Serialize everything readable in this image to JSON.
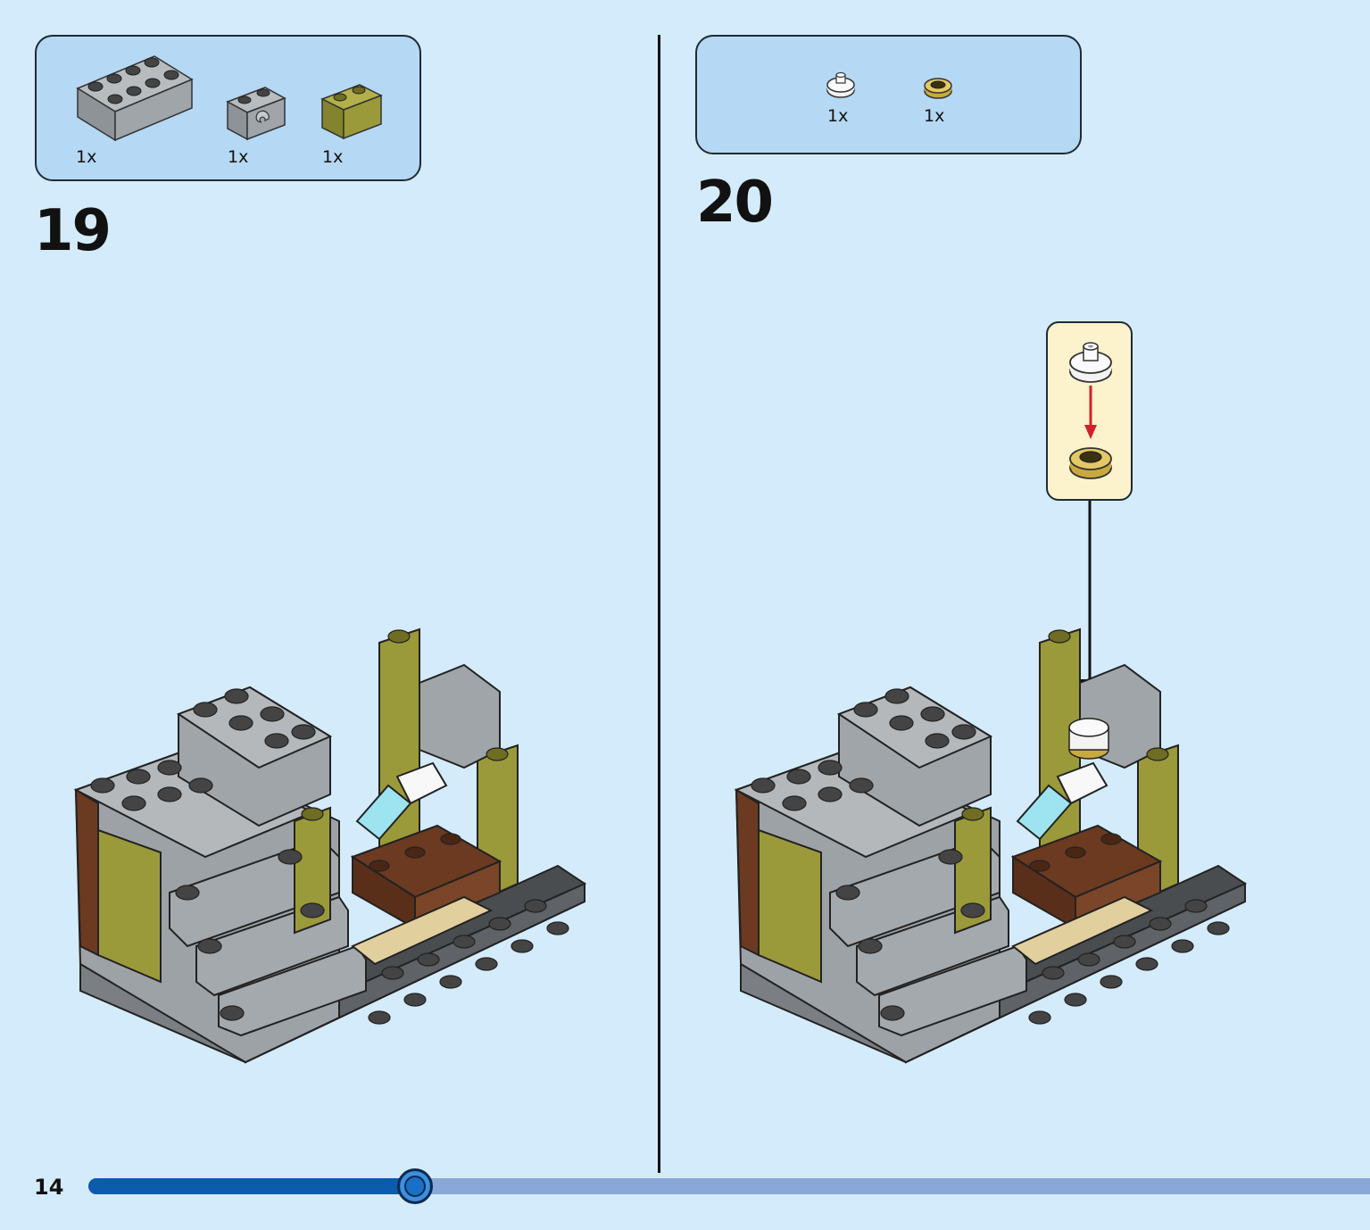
{
  "steps": [
    {
      "number": "19",
      "parts": [
        {
          "name": "brick 2x4 medium stone grey",
          "qty": "1x",
          "icon": "brick-2x4-grey-icon",
          "color": "#a0a5a9"
        },
        {
          "name": "brick 1x2 with clip grey",
          "qty": "1x",
          "icon": "brick-clip-grey-icon",
          "color": "#a0a5a9"
        },
        {
          "name": "brick 1x2 olive green",
          "qty": "1x",
          "icon": "brick-1x2-olive-icon",
          "color": "#9b9a3a"
        }
      ]
    },
    {
      "number": "20",
      "parts": [
        {
          "name": "round plate white",
          "qty": "1x",
          "icon": "round-plate-white-icon",
          "color": "#f2f3f2"
        },
        {
          "name": "round plate gold",
          "qty": "1x",
          "icon": "round-plate-gold-icon",
          "color": "#d9bb52"
        }
      ]
    }
  ],
  "footer": {
    "page_number": "14",
    "progress": 0.255
  },
  "colors": {
    "background": "#d4ebfb",
    "parts_box": "#b5d8f4",
    "callout": "#fcf3cc",
    "progress_fill": "#0b5cad",
    "progress_track": "#89a8d8",
    "arrow_red": "#d0202a"
  }
}
